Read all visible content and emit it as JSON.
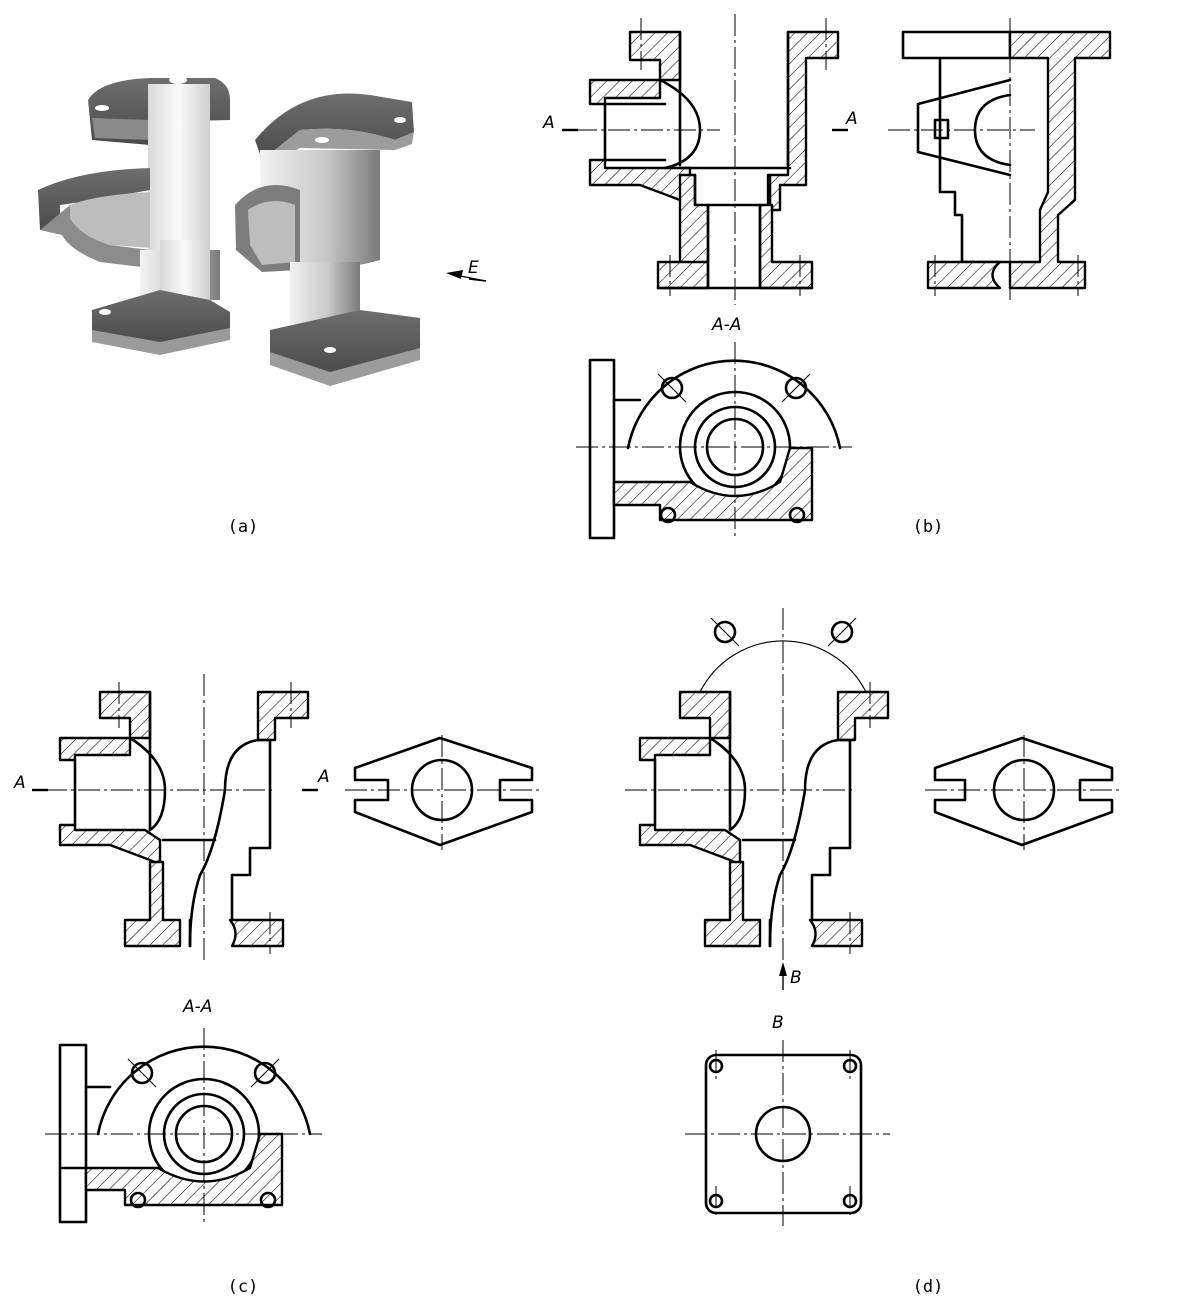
{
  "captions": {
    "a": "(a)",
    "b": "(b)",
    "c": "(c)",
    "d": "(d)"
  },
  "labels": {
    "view_arrow": "E",
    "section_mark": "A",
    "section_title": "A-A",
    "view_mark": "B",
    "view_title": "B"
  }
}
